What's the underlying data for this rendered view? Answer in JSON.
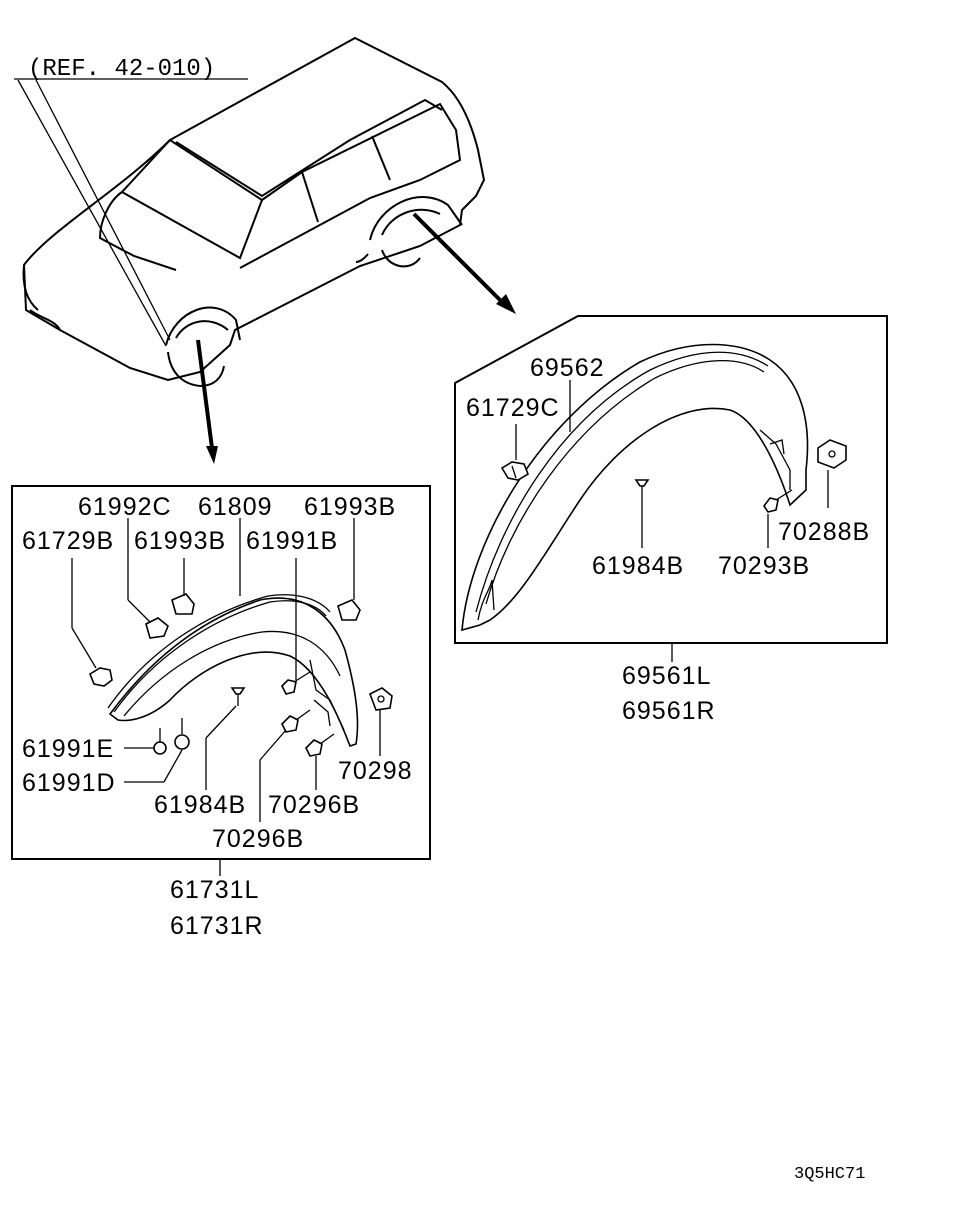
{
  "reference": "(REF. 42-010)",
  "front_group": {
    "labels": {
      "p61992C": "61992C",
      "p61809": "61809",
      "p61993B_top": "61993B",
      "p61729B": "61729B",
      "p61993B_mid": "61993B",
      "p61991B": "61991B",
      "p61991E": "61991E",
      "p61991D": "61991D",
      "p61984B": "61984B",
      "p70296B_a": "70296B",
      "p70296B_b": "70296B",
      "p70298": "70298"
    },
    "assembly": [
      "61731L",
      "61731R"
    ]
  },
  "rear_group": {
    "labels": {
      "p69562": "69562",
      "p61729C": "61729C",
      "p70288B": "70288B",
      "p61984B": "61984B",
      "p70293B": "70293B"
    },
    "assembly": [
      "69561L",
      "69561R"
    ]
  },
  "diagram_code": "3Q5HC71"
}
